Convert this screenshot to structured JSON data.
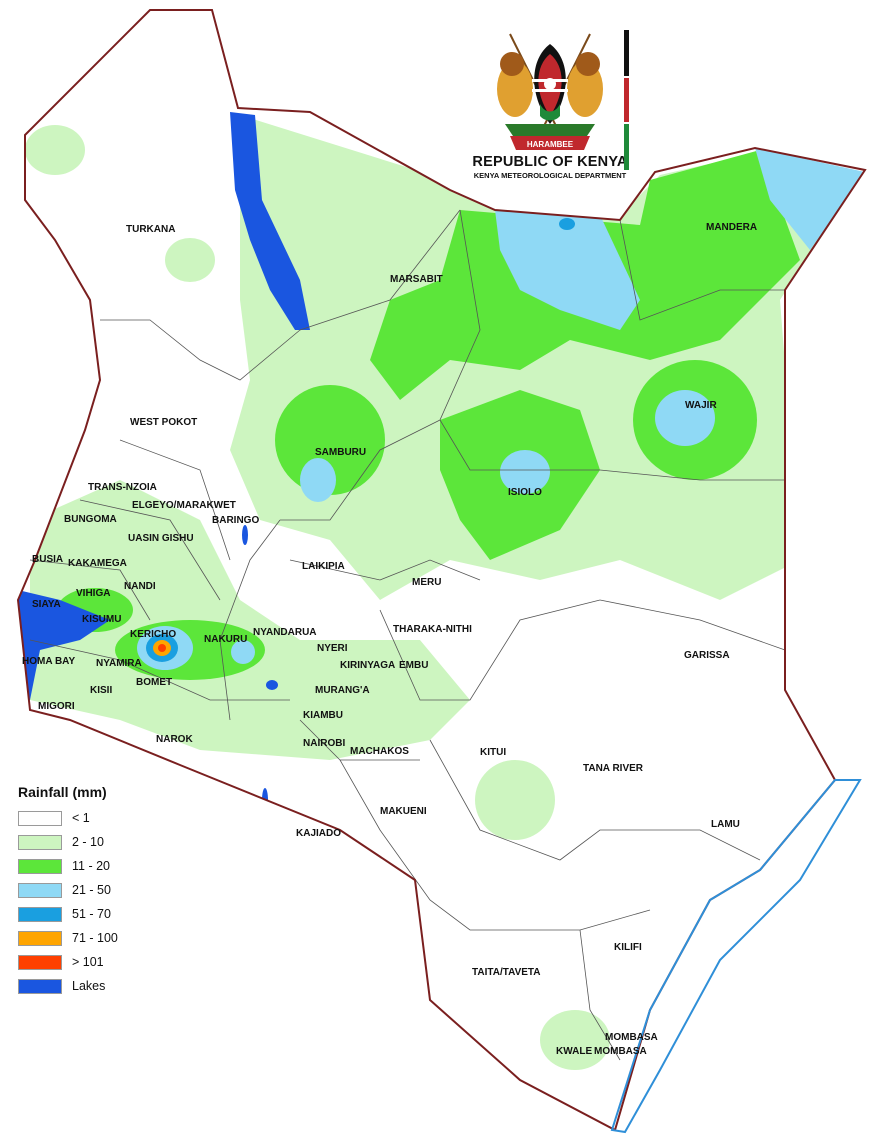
{
  "header": {
    "republic": "REPUBLIC OF KENYA",
    "department": "KENYA METEOROLOGICAL DEPARTMENT",
    "motto": "HARAMBEE",
    "emblem_icon": "kenya-coat-of-arms-icon"
  },
  "legend": {
    "title": "Rainfall (mm)",
    "items": [
      {
        "label": "< 1",
        "color": "#ffffff"
      },
      {
        "label": "2 - 10",
        "color": "#cdf5c0"
      },
      {
        "label": "11 - 20",
        "color": "#5ce63a"
      },
      {
        "label": "21 - 50",
        "color": "#8fd9f5"
      },
      {
        "label": "51 - 70",
        "color": "#1a9fe0"
      },
      {
        "label": "71 - 100",
        "color": "#ffa500"
      },
      {
        "label": "> 101",
        "color": "#ff4000"
      },
      {
        "label": "Lakes",
        "color": "#1a56e0"
      }
    ]
  },
  "counties": [
    "TURKANA",
    "MARSABIT",
    "MANDERA",
    "WAJIR",
    "SAMBURU",
    "ISIOLO",
    "WEST POKOT",
    "TRANS-NZOIA",
    "ELGEYO/MARAKWET",
    "BARINGO",
    "BUNGOMA",
    "UASIN GISHU",
    "BUSIA",
    "KAKAMEGA",
    "LAIKIPIA",
    "NANDI",
    "VIHIGA",
    "SIAYA",
    "KISUMU",
    "MERU",
    "KERICHO",
    "NAKURU",
    "NYANDARUA",
    "THARAKA-NITHI",
    "GARISSA",
    "HOMA BAY",
    "NYAMIRA",
    "NYERI",
    "KIRINYAGA",
    "EMBU",
    "KISII",
    "BOMET",
    "MURANG'A",
    "MIGORI",
    "KIAMBU",
    "NAROK",
    "NAIROBI",
    "MACHAKOS",
    "KITUI",
    "TANA RIVER",
    "MAKUENI",
    "LAMU",
    "KAJIADO",
    "KILIFI",
    "TAITA/TAVETA",
    "MOMBASA",
    "KWALE",
    "MOMBASA"
  ],
  "colors": {
    "border": "#7a1f1f",
    "county_lines": "#555555",
    "coast_outline": "#2f8fd8",
    "flag_black": "#111111",
    "flag_red": "#c0282d",
    "flag_green": "#1f8a3a"
  }
}
